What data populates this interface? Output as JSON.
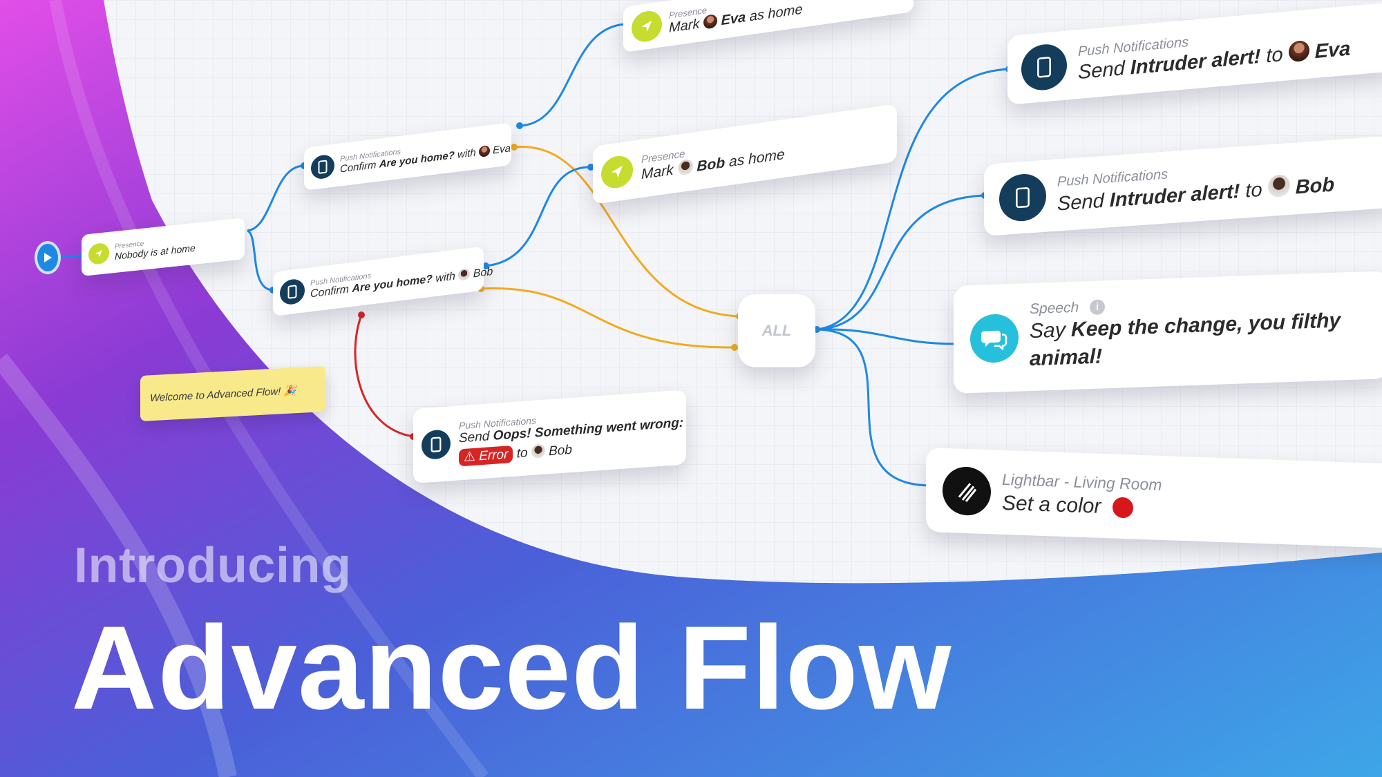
{
  "headline": {
    "intro": "Introducing",
    "title": "Advanced Flow"
  },
  "note": {
    "text": "Welcome to Advanced Flow! 🎉"
  },
  "logic": {
    "all_label": "ALL"
  },
  "cards": {
    "presence_nobody": {
      "category": "Presence",
      "text": "Nobody is at home",
      "icon": "navigation-arrow-icon"
    },
    "push_eva_confirm": {
      "category": "Push Notifications",
      "prefix": "Confirm",
      "message": "Are you home?",
      "joiner": "with",
      "person": "Eva",
      "icon": "phone-icon"
    },
    "push_bob_confirm": {
      "category": "Push Notifications",
      "prefix": "Confirm",
      "message": "Are you home?",
      "joiner": "with",
      "person": "Bob",
      "icon": "phone-icon"
    },
    "presence_top": {
      "category": "Presence",
      "verb": "Mark",
      "person": "Eva",
      "suffix": "as home",
      "icon": "navigation-arrow-icon"
    },
    "presence_bob": {
      "category": "Presence",
      "verb": "Mark",
      "person": "Bob",
      "suffix": "as home",
      "icon": "navigation-arrow-icon"
    },
    "push_error": {
      "category": "Push Notifications",
      "prefix": "Send",
      "message": "Oops! Something went wrong:",
      "error_label": "Error",
      "joiner": "to",
      "person": "Bob",
      "icon": "phone-icon"
    },
    "push_intruder_eva": {
      "category": "Push Notifications",
      "prefix": "Send",
      "message": "Intruder alert!",
      "joiner": "to",
      "person": "Eva",
      "icon": "phone-icon"
    },
    "push_intruder_bob": {
      "category": "Push Notifications",
      "prefix": "Send",
      "message": "Intruder alert!",
      "joiner": "to",
      "person": "Bob",
      "icon": "phone-icon"
    },
    "speech": {
      "category": "Speech",
      "prefix": "Say",
      "message": "Keep the change, you filthy animal!",
      "info": "i",
      "icon": "speech-bubble-icon"
    },
    "lightbar": {
      "category": "Lightbar - Living Room",
      "text": "Set a color",
      "color": "#d8171c",
      "icon": "lightbar-icon"
    }
  },
  "colors": {
    "then_wire": "#1e88e5",
    "else_wire": "#f2aa1f",
    "error_wire": "#d72524",
    "push_icon": "#143d5c",
    "presence_icon": "#c6dc2e",
    "speech_icon": "#27c0dc"
  }
}
